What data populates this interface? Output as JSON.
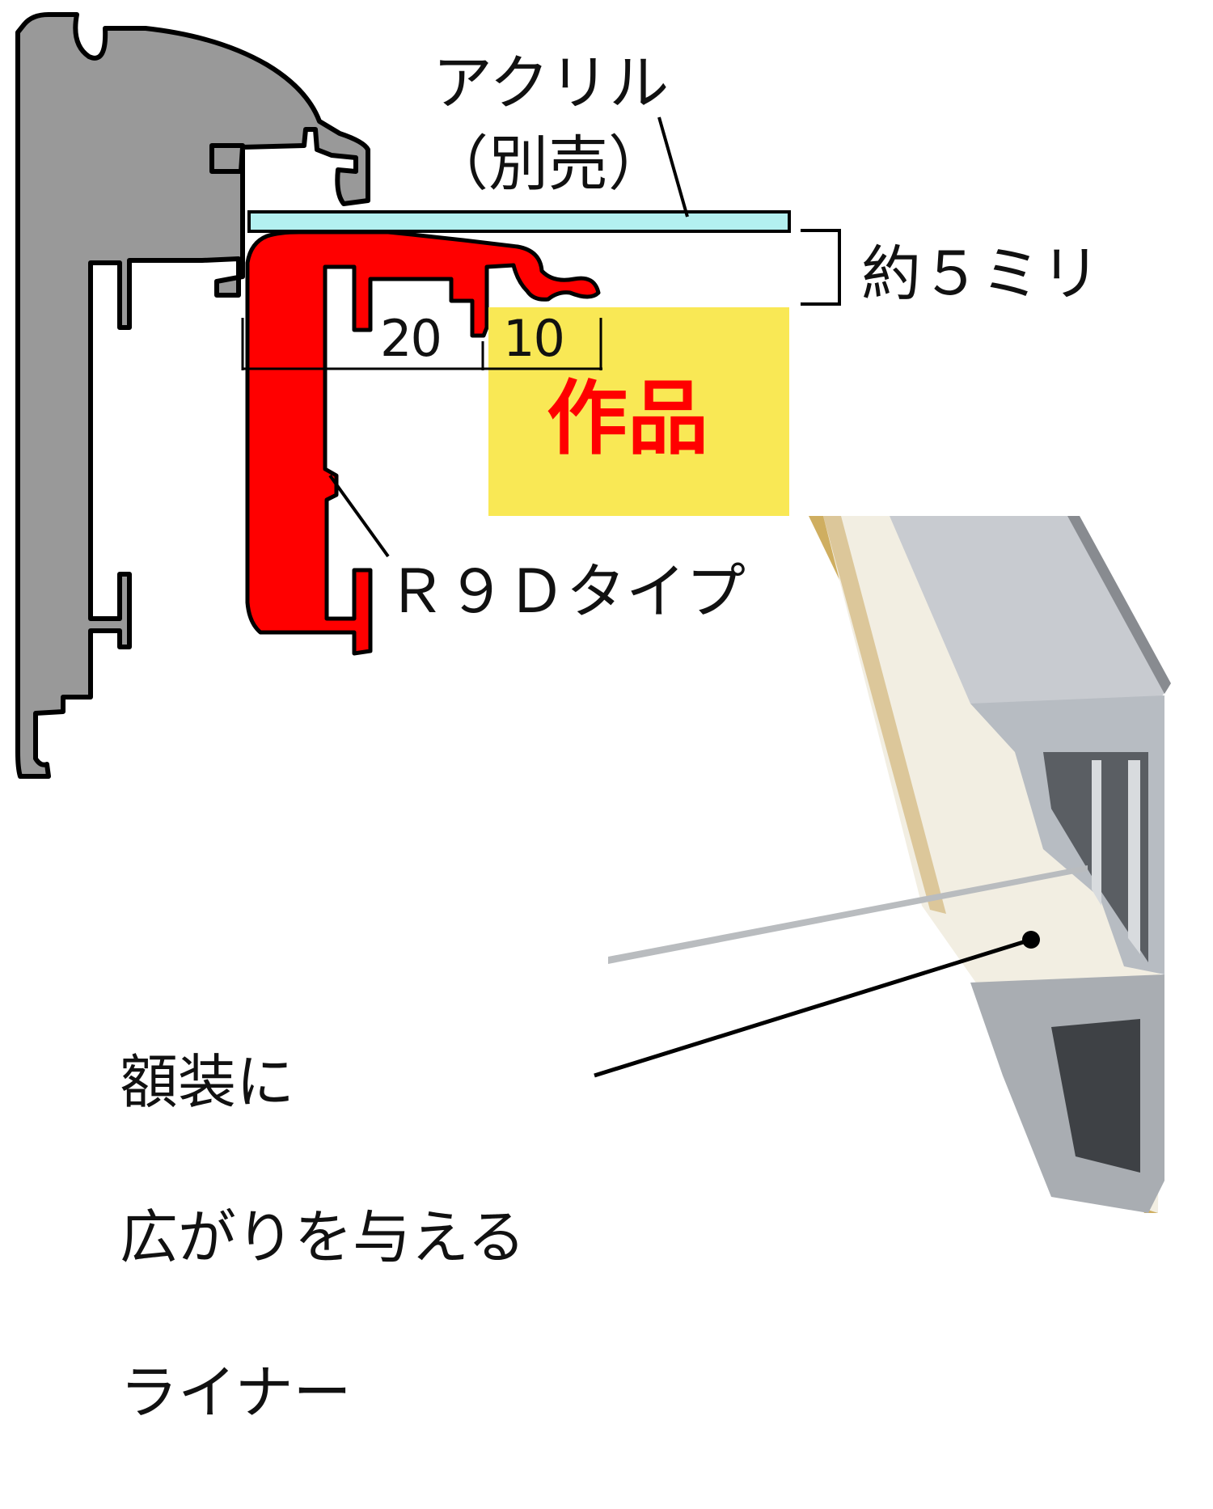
{
  "labels": {
    "acrylic": "アクリル",
    "acrylic_note": "（別売）",
    "gap": "約５ミリ",
    "dim_20": "20",
    "dim_10": "10",
    "artwork": "作品",
    "profile_type": "Ｒ９Ｄタイプ",
    "liner_line1": "額装に",
    "liner_line2": "広がりを与える",
    "liner_line3": "ライナー"
  },
  "colors": {
    "frame_profile": "#999999",
    "liner_profile": "#ff0000",
    "acrylic": "#b3f0f0",
    "artwork": "#f9e855",
    "outline": "#000000"
  }
}
